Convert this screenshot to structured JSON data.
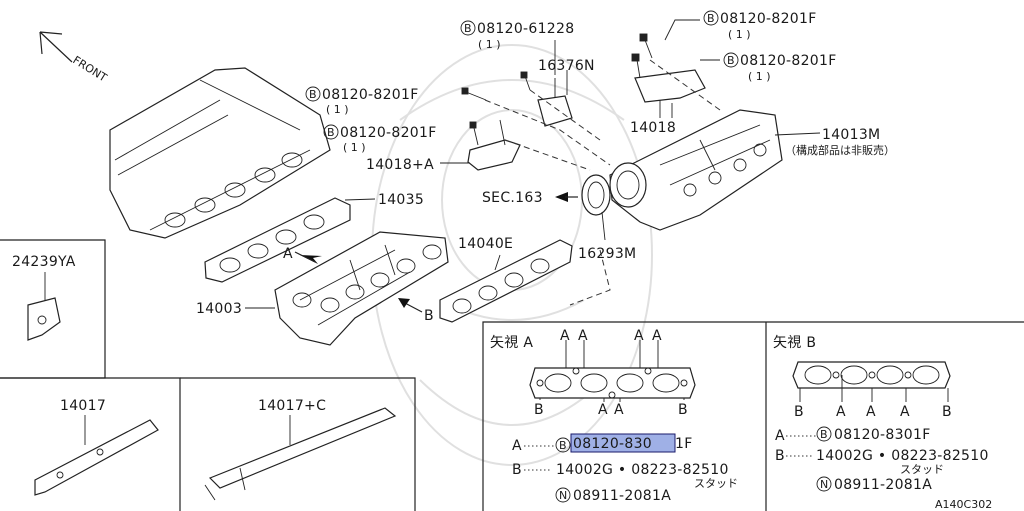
{
  "diagram": {
    "front_label": "FRONT",
    "labels": {
      "b1_code": "08120-61228",
      "b1_qty": "( 1 )",
      "b2_code": "08120-8201F",
      "b2_qty": "( 1 )",
      "b3_code": "08120-8201F",
      "b3_qty": "( 1 )",
      "b4_code": "08120-8201F",
      "b4_qty": "( 1 )",
      "b5_code": "08120-8201F",
      "b5_qty": "( 1 )",
      "p16376N": "16376N",
      "p14018": "14018",
      "p14018A": "14018+A",
      "p14013M": "14013M",
      "p14013M_note": "（構成部品は非販売）",
      "sec163": "SEC.163",
      "p16293M": "16293M",
      "p14035": "14035",
      "p14040E": "14040E",
      "p14003": "14003",
      "p24239YA": "24239YA",
      "p14017": "14017",
      "p14017C": "14017+C",
      "arrowA": "A",
      "arrowB": "B"
    },
    "view_a": {
      "title": "矢視 A",
      "top_marks": [
        "A",
        "A",
        "A",
        "A"
      ],
      "bottom_left": "B",
      "bottom_mid": [
        "A",
        "A"
      ],
      "bottom_right": "B",
      "legend_a_key": "A",
      "legend_a_code": "08120-830",
      "legend_a_tail": "1F",
      "legend_b_key": "B",
      "legend_b_text": "14002G • 08223-82510",
      "legend_b_sub": "スタッド",
      "legend_n_code": "08911-2081A"
    },
    "view_b": {
      "title": "矢視 B",
      "marks": [
        "B",
        "A",
        "A",
        "A",
        "B"
      ],
      "legend_a_key": "A",
      "legend_a_code": "08120-8301F",
      "legend_b_key": "B",
      "legend_b_text": "14002G • 08223-82510",
      "legend_b_sub": "スタッド",
      "legend_n_code": "08911-2081A"
    },
    "figure_code": "A140C302"
  }
}
